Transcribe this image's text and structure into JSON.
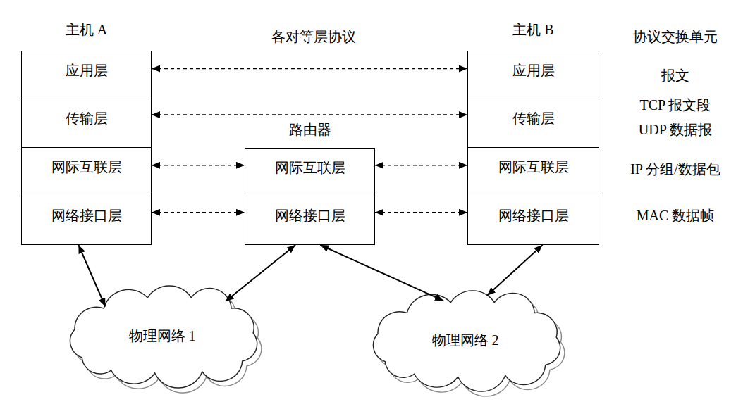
{
  "diagram": {
    "nodes": [
      {
        "text": [
          "主机 A"
        ]
      },
      {
        "text": [
          "应用层"
        ],
        "in": 0
      },
      {
        "text": [
          "传输层"
        ],
        "in": 0
      },
      {
        "text": [
          "网际互联层"
        ],
        "in": 0
      },
      {
        "text": [
          "网络接口层"
        ],
        "in": 0
      },
      {
        "text": [
          "路由器"
        ]
      },
      {
        "text": [
          "网际互联层"
        ],
        "in": 5
      },
      {
        "text": [
          "网络接口层"
        ],
        "in": 5
      },
      {
        "text": [
          "主机 B"
        ]
      },
      {
        "text": [
          "应用层"
        ],
        "in": 8
      },
      {
        "text": [
          "传输层"
        ],
        "in": 8
      },
      {
        "text": [
          "网际互联层"
        ],
        "in": 8
      },
      {
        "text": [
          "网络接口层"
        ],
        "in": 8
      },
      {
        "text": [
          "物理网络 1"
        ]
      },
      {
        "text": [
          "物理网络 2"
        ]
      }
    ],
    "edges": [
      {
        "from": 1,
        "to": 9,
        "arrow": "both"
      },
      {
        "from": 2,
        "to": 10,
        "arrow": "both"
      },
      {
        "from": 3,
        "to": 6,
        "arrow": "both"
      },
      {
        "from": 6,
        "to": 11,
        "arrow": "both"
      },
      {
        "from": 4,
        "to": 7,
        "arrow": "both"
      },
      {
        "from": 7,
        "to": 12,
        "arrow": "both"
      },
      {
        "from": 4,
        "to": 13,
        "arrow": "both"
      },
      {
        "from": 7,
        "to": 13,
        "arrow": "both"
      },
      {
        "from": 7,
        "to": 14,
        "arrow": "both"
      },
      {
        "from": 12,
        "to": 14,
        "arrow": "both"
      }
    ],
    "labels": [
      "各对等层协议",
      "协议交换单元",
      "报文",
      "TCP 报文段",
      "UDP 数据报",
      "IP 分组/数据包",
      "MAC 数据帧"
    ]
  }
}
